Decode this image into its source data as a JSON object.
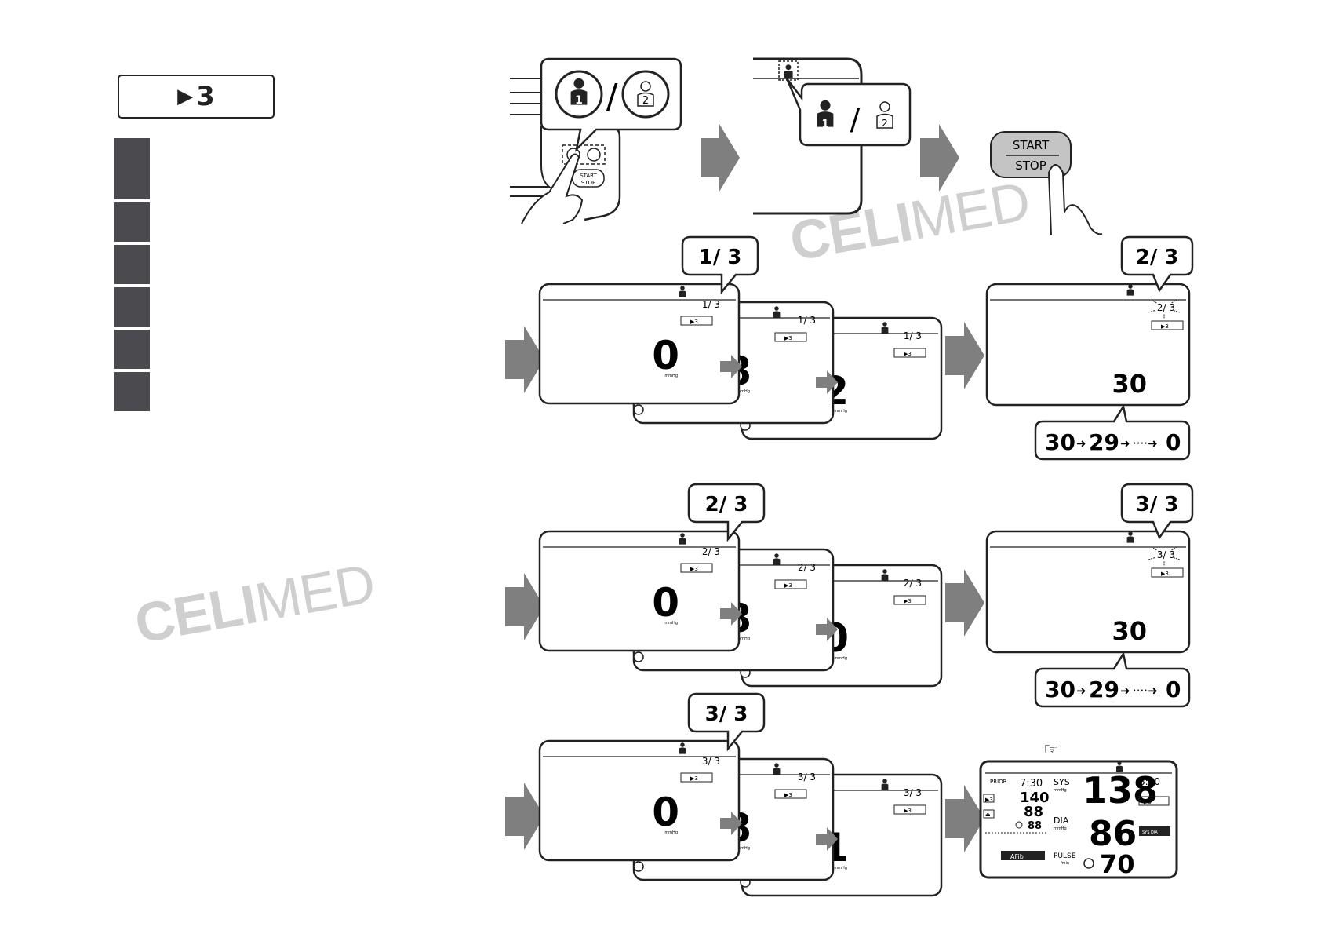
{
  "mode_label": "3",
  "icons": {
    "play": "play-triangle-icon",
    "user1": "user-1-icon",
    "user2": "user-2-icon",
    "hand": "pointing-hand-icon",
    "arrow": "gray-arrow-icon",
    "ok": "ok-circle-icon",
    "pointer_ref": "pointing-finger-reference-icon"
  },
  "watermark": {
    "bold": "CELI",
    "thin": "MED"
  },
  "colors": {
    "tab": "#4b4b4f",
    "arrow": "#7f7f7f",
    "watermark": "#cfcfcf",
    "start_button": "#c4c4c4"
  },
  "step1": {
    "button_start": "START",
    "button_stop": "STOP",
    "callout_sep": "/",
    "user1_num": "1",
    "user2_num": "2"
  },
  "measurements": [
    {
      "counter": "1/ 3",
      "mode": "▶3",
      "frames": [
        "0",
        "78",
        "142"
      ],
      "unit": "mmHg",
      "next_counter": "2/ 3",
      "countdown_value": "30",
      "countdown_seq": [
        "30",
        "29",
        "0"
      ]
    },
    {
      "counter": "2/ 3",
      "mode": "▶3",
      "frames": [
        "0",
        "78",
        "140"
      ],
      "unit": "mmHg",
      "next_counter": "3/ 3",
      "countdown_value": "30",
      "countdown_seq": [
        "30",
        "29",
        "0"
      ]
    },
    {
      "counter": "3/ 3",
      "mode": "▶3",
      "frames": [
        "0",
        "78",
        "141"
      ],
      "unit": "mmHg"
    }
  ],
  "result": {
    "prior_label": "PRIOR",
    "prior_time": "7:30",
    "prior_sys": "140",
    "prior_dia": "88",
    "prior_pulse": "88",
    "sys_label": "SYS",
    "sys_unit": "mmHg",
    "sys_value": "138",
    "time": "8:00",
    "dia_label": "DIA",
    "dia_unit": "mmHg",
    "dia_value": "86",
    "pulse_label": "PULSE",
    "pulse_unit": "/min",
    "pulse_value": "70",
    "afib_label": "AFib",
    "sysdia_label": "SYS DIA",
    "mode": "▶3"
  }
}
